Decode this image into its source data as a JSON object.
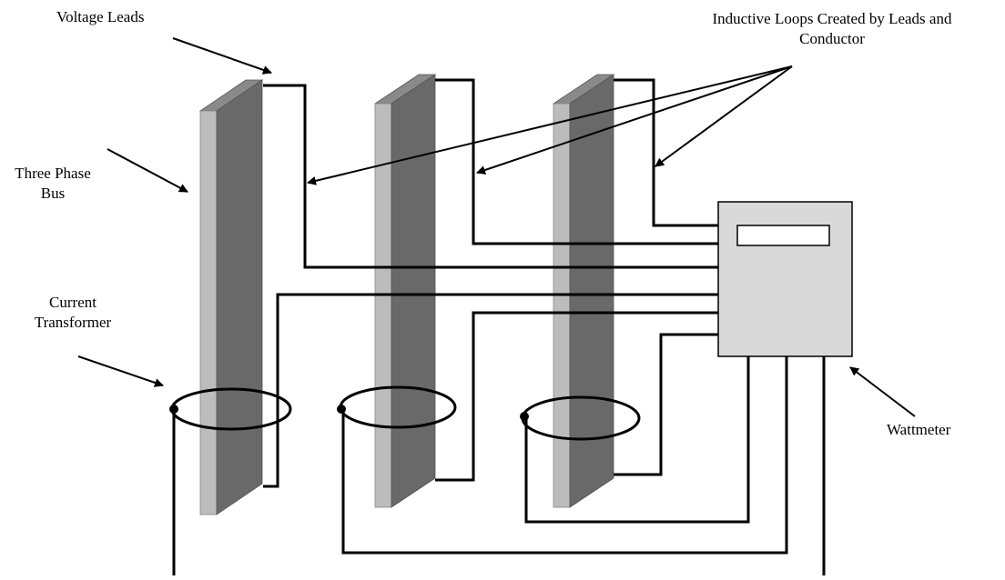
{
  "labels": {
    "voltage_leads": "Voltage Leads",
    "inductive_loops_line1": "Inductive Loops Created by Leads and",
    "inductive_loops_line2": "Conductor",
    "three_phase_bus_line1": "Three Phase",
    "three_phase_bus_line2": "Bus",
    "current_transformer_line1": "Current",
    "current_transformer_line2": "Transformer",
    "wattmeter": "Wattmeter"
  },
  "colors": {
    "bus_face": "#696969",
    "bus_edge": "#b8b8b8",
    "bus_top": "#8a8a8a",
    "wattmeter_body": "#d9d9d9",
    "wire": "#000000"
  },
  "icons": {
    "arrows": "arrow-icon"
  }
}
